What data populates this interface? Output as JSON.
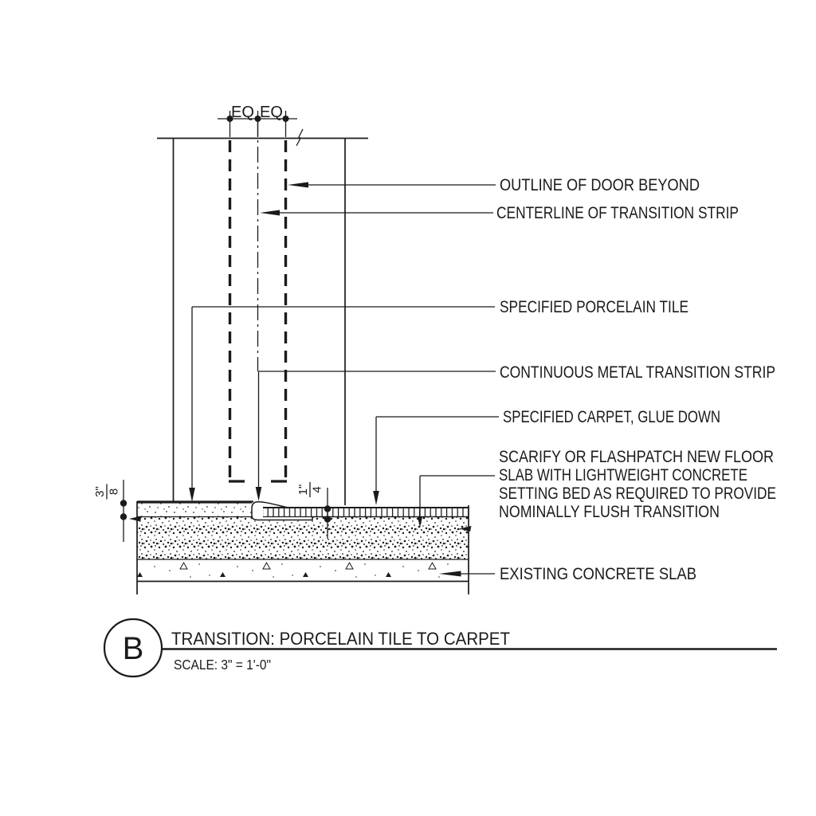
{
  "drawing": {
    "eq_dimension": {
      "labels": [
        "EQ",
        "EQ"
      ]
    },
    "dimensions": {
      "tile_thickness": {
        "numerator": "3\"",
        "denominator": "8"
      },
      "carpet_thickness": {
        "numerator": "1\"",
        "denominator": "4"
      }
    },
    "callouts": {
      "door_beyond": "OUTLINE OF DOOR BEYOND",
      "centerline": "CENTERLINE OF TRANSITION STRIP",
      "porcelain_tile": "SPECIFIED PORCELAIN TILE",
      "metal_strip": "CONTINUOUS METAL TRANSITION STRIP",
      "carpet": "SPECIFIED CARPET, GLUE DOWN",
      "scarify_lines": [
        "SCARIFY OR FLASHPATCH NEW FLOOR",
        "SLAB WITH LIGHTWEIGHT CONCRETE",
        "SETTING BED AS REQUIRED TO PROVIDE",
        "NOMINALLY FLUSH TRANSITION"
      ],
      "existing_slab": "EXISTING CONCRETE SLAB"
    }
  },
  "title_block": {
    "detail_letter": "B",
    "title": "TRANSITION: PORCELAIN TILE TO CARPET",
    "scale": "SCALE: 3\" = 1'-0\""
  },
  "colors": {
    "ink": "#1b1b1b",
    "paper": "#ffffff"
  }
}
